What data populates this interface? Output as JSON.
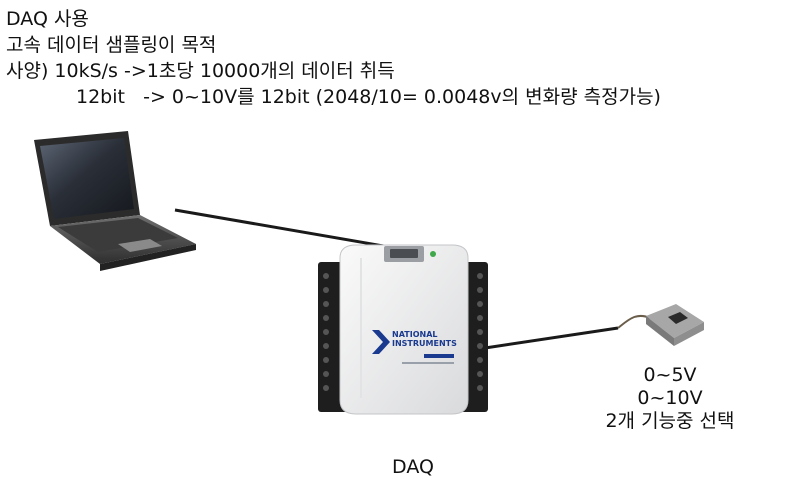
{
  "header": {
    "line1": "DAQ 사용",
    "line2": "고속 데이터 샘플링이 목적",
    "line3": "사양) 10kS/s ->1초당 10000개의 데이터 취득",
    "line4": "12bit   -> 0~10V를 12bit (2048/10= 0.0048v의 변화량 측정가능)"
  },
  "daq_device": {
    "brand_line1": "NATIONAL",
    "brand_line2": "INSTRUMENTS",
    "caption": "DAQ"
  },
  "sensor": {
    "range1": "0~5V",
    "range2": "0~10V",
    "note": "2개 기능중 선택"
  },
  "colors": {
    "ni_blue": "#1a3a8f",
    "cable": "#1a1a1a"
  }
}
